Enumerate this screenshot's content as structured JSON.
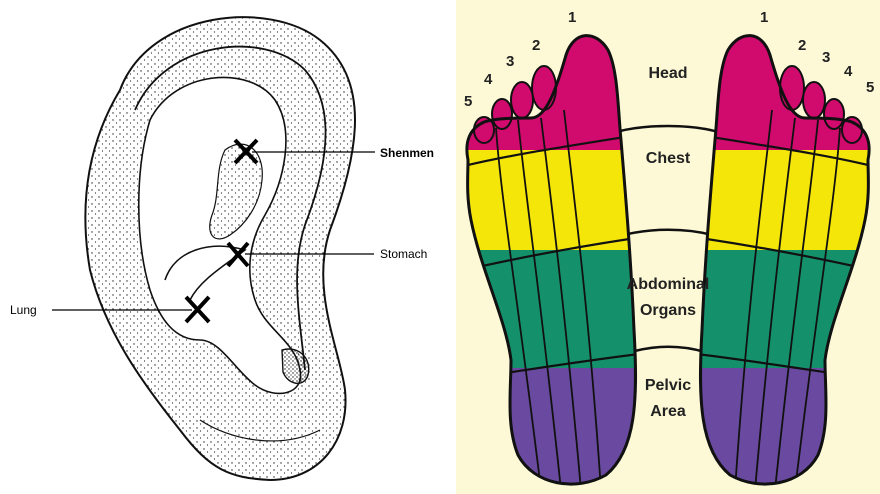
{
  "ear": {
    "points": [
      {
        "label": "Shenmen"
      },
      {
        "label": "Stomach"
      },
      {
        "label": "Lung"
      }
    ],
    "marker": "X"
  },
  "feet": {
    "zones": [
      {
        "label_lines": [
          "Head"
        ],
        "color": "#d10a6e"
      },
      {
        "label_lines": [
          "Chest"
        ],
        "color": "#f5e60a"
      },
      {
        "label_lines": [
          "Abdominal",
          "Organs"
        ],
        "color": "#14916b"
      },
      {
        "label_lines": [
          "Pelvic",
          "Area"
        ],
        "color": "#6a4aa0"
      }
    ],
    "toe_numbers_left": [
      "1",
      "2",
      "3",
      "4",
      "5"
    ],
    "toe_numbers_right": [
      "1",
      "2",
      "3",
      "4",
      "5"
    ]
  }
}
